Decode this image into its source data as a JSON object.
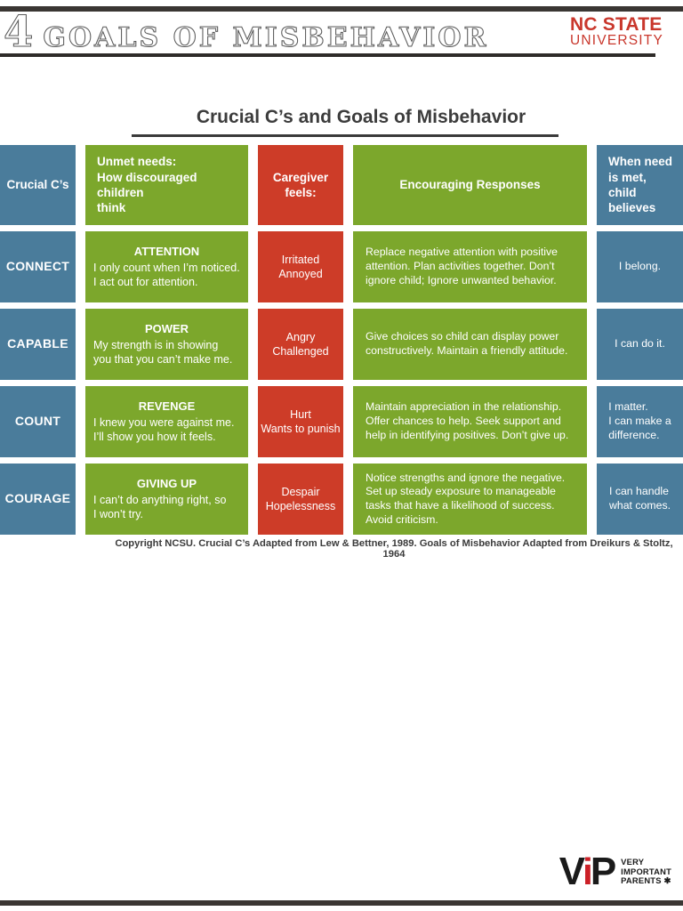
{
  "masthead": {
    "title_number": "4",
    "title_words": "GOALS OF MISBEHAVIOR",
    "logo_line1": "NC STATE",
    "logo_line2": "UNIVERSITY"
  },
  "table": {
    "title": "Crucial C’s and Goals of Misbehavior",
    "columns": {
      "crucial_c": "Crucial C’s",
      "unmet_needs": "Unmet needs:\nHow discouraged children\nthink",
      "caregiver_feels": "Caregiver\nfeels:",
      "encouraging": "Encouraging Responses",
      "belief": "When need\nis met,\nchild\nbelieves"
    },
    "rows": [
      {
        "crucial_c": "CONNECT",
        "goal": "ATTENTION",
        "thinking": "I only count when I’m noticed.\nI act out for attention.",
        "caregiver_feels": "Irritated\nAnnoyed",
        "encouraging": "Replace negative attention with positive\nattention. Plan activities together. Don’t\nignore child; Ignore unwanted behavior.",
        "belief": "I belong."
      },
      {
        "crucial_c": "CAPABLE",
        "goal": "POWER",
        "thinking": "My strength is in showing\nyou that you can’t make me.",
        "caregiver_feels": "Angry\nChallenged",
        "encouraging": "Give choices so child can display power\nconstructively. Maintain a friendly attitude.",
        "belief": "I can do it."
      },
      {
        "crucial_c": "COUNT",
        "goal": "REVENGE",
        "thinking": "I knew you were against me.\nI’ll show you how it feels.",
        "caregiver_feels": "Hurt\nWants to punish",
        "encouraging": "Maintain appreciation in the relationship.\nOffer chances to help. Seek support and\nhelp in identifying positives. Don’t give up.",
        "belief": "I matter.\nI can make a\ndifference."
      },
      {
        "crucial_c": "COURAGE",
        "goal": "GIVING UP",
        "thinking": "I can’t do anything right, so\nI won’t try.",
        "caregiver_feels": "Despair\nHopelessness",
        "encouraging": "Notice strengths and ignore the negative.\nSet up steady exposure to manageable\ntasks that have a likelihood of success.\nAvoid criticism.",
        "belief": "I can handle\nwhat comes."
      }
    ]
  },
  "footer": {
    "copyright": "Copyright NCSU. Crucial C’s Adapted from Lew & Bettner, 1989. Goals of Misbehavior Adapted from Dreikurs & Stoltz, 1964",
    "vip": {
      "letter_v": "V",
      "letter_i": "i",
      "letter_p": "P",
      "lines": [
        "VERY",
        "IMPORTANT",
        "PARENTS ✱"
      ]
    }
  },
  "colors": {
    "blue": "#4a7c9b",
    "green": "#7ca72c",
    "red": "#cd3c28",
    "brand_red": "#c9372c",
    "accent_bar": "#3a3633",
    "text_dark": "#3b3b3b"
  }
}
